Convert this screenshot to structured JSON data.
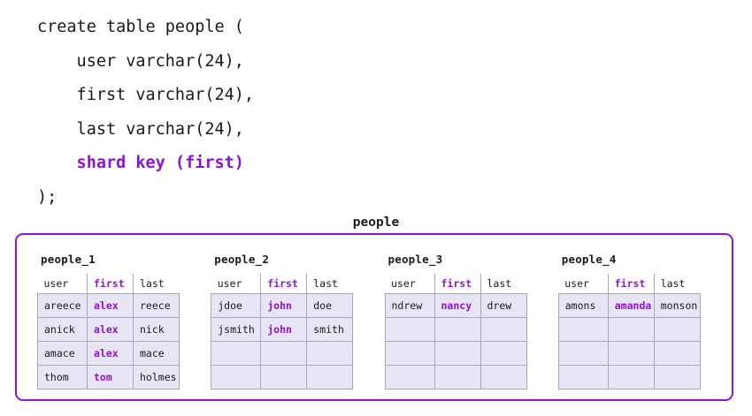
{
  "sql": {
    "lines": [
      {
        "text": "create table people (",
        "accent": false
      },
      {
        "text": "    user varchar(24),",
        "accent": false
      },
      {
        "text": "    first varchar(24),",
        "accent": false
      },
      {
        "text": "    last varchar(24),",
        "accent": false
      },
      {
        "text": "    shard key (first)",
        "accent": true
      },
      {
        "text": ");",
        "accent": false
      }
    ]
  },
  "diagram": {
    "title": "people",
    "accent_color": "#9013d8",
    "cell_fill": "#e7e5f4",
    "cell_border": "#a8a8b0",
    "columns": [
      "user",
      "first",
      "last"
    ],
    "shard_key_column": "first",
    "shards": [
      {
        "label": "people_1",
        "rows": [
          {
            "user": "areece",
            "first": "alex",
            "last": "reece"
          },
          {
            "user": "anick",
            "first": "alex",
            "last": "nick"
          },
          {
            "user": "amace",
            "first": "alex",
            "last": "mace"
          },
          {
            "user": "thom",
            "first": "tom",
            "last": "holmes"
          }
        ]
      },
      {
        "label": "people_2",
        "rows": [
          {
            "user": "jdoe",
            "first": "john",
            "last": "doe"
          },
          {
            "user": "jsmith",
            "first": "john",
            "last": "smith"
          },
          {
            "user": "",
            "first": "",
            "last": ""
          },
          {
            "user": "",
            "first": "",
            "last": ""
          }
        ]
      },
      {
        "label": "people_3",
        "rows": [
          {
            "user": "ndrew",
            "first": "nancy",
            "last": "drew"
          },
          {
            "user": "",
            "first": "",
            "last": ""
          },
          {
            "user": "",
            "first": "",
            "last": ""
          },
          {
            "user": "",
            "first": "",
            "last": ""
          }
        ]
      },
      {
        "label": "people_4",
        "rows": [
          {
            "user": "amons",
            "first": "amanda",
            "last": "monson"
          },
          {
            "user": "",
            "first": "",
            "last": ""
          },
          {
            "user": "",
            "first": "",
            "last": ""
          },
          {
            "user": "",
            "first": "",
            "last": ""
          }
        ]
      }
    ]
  }
}
